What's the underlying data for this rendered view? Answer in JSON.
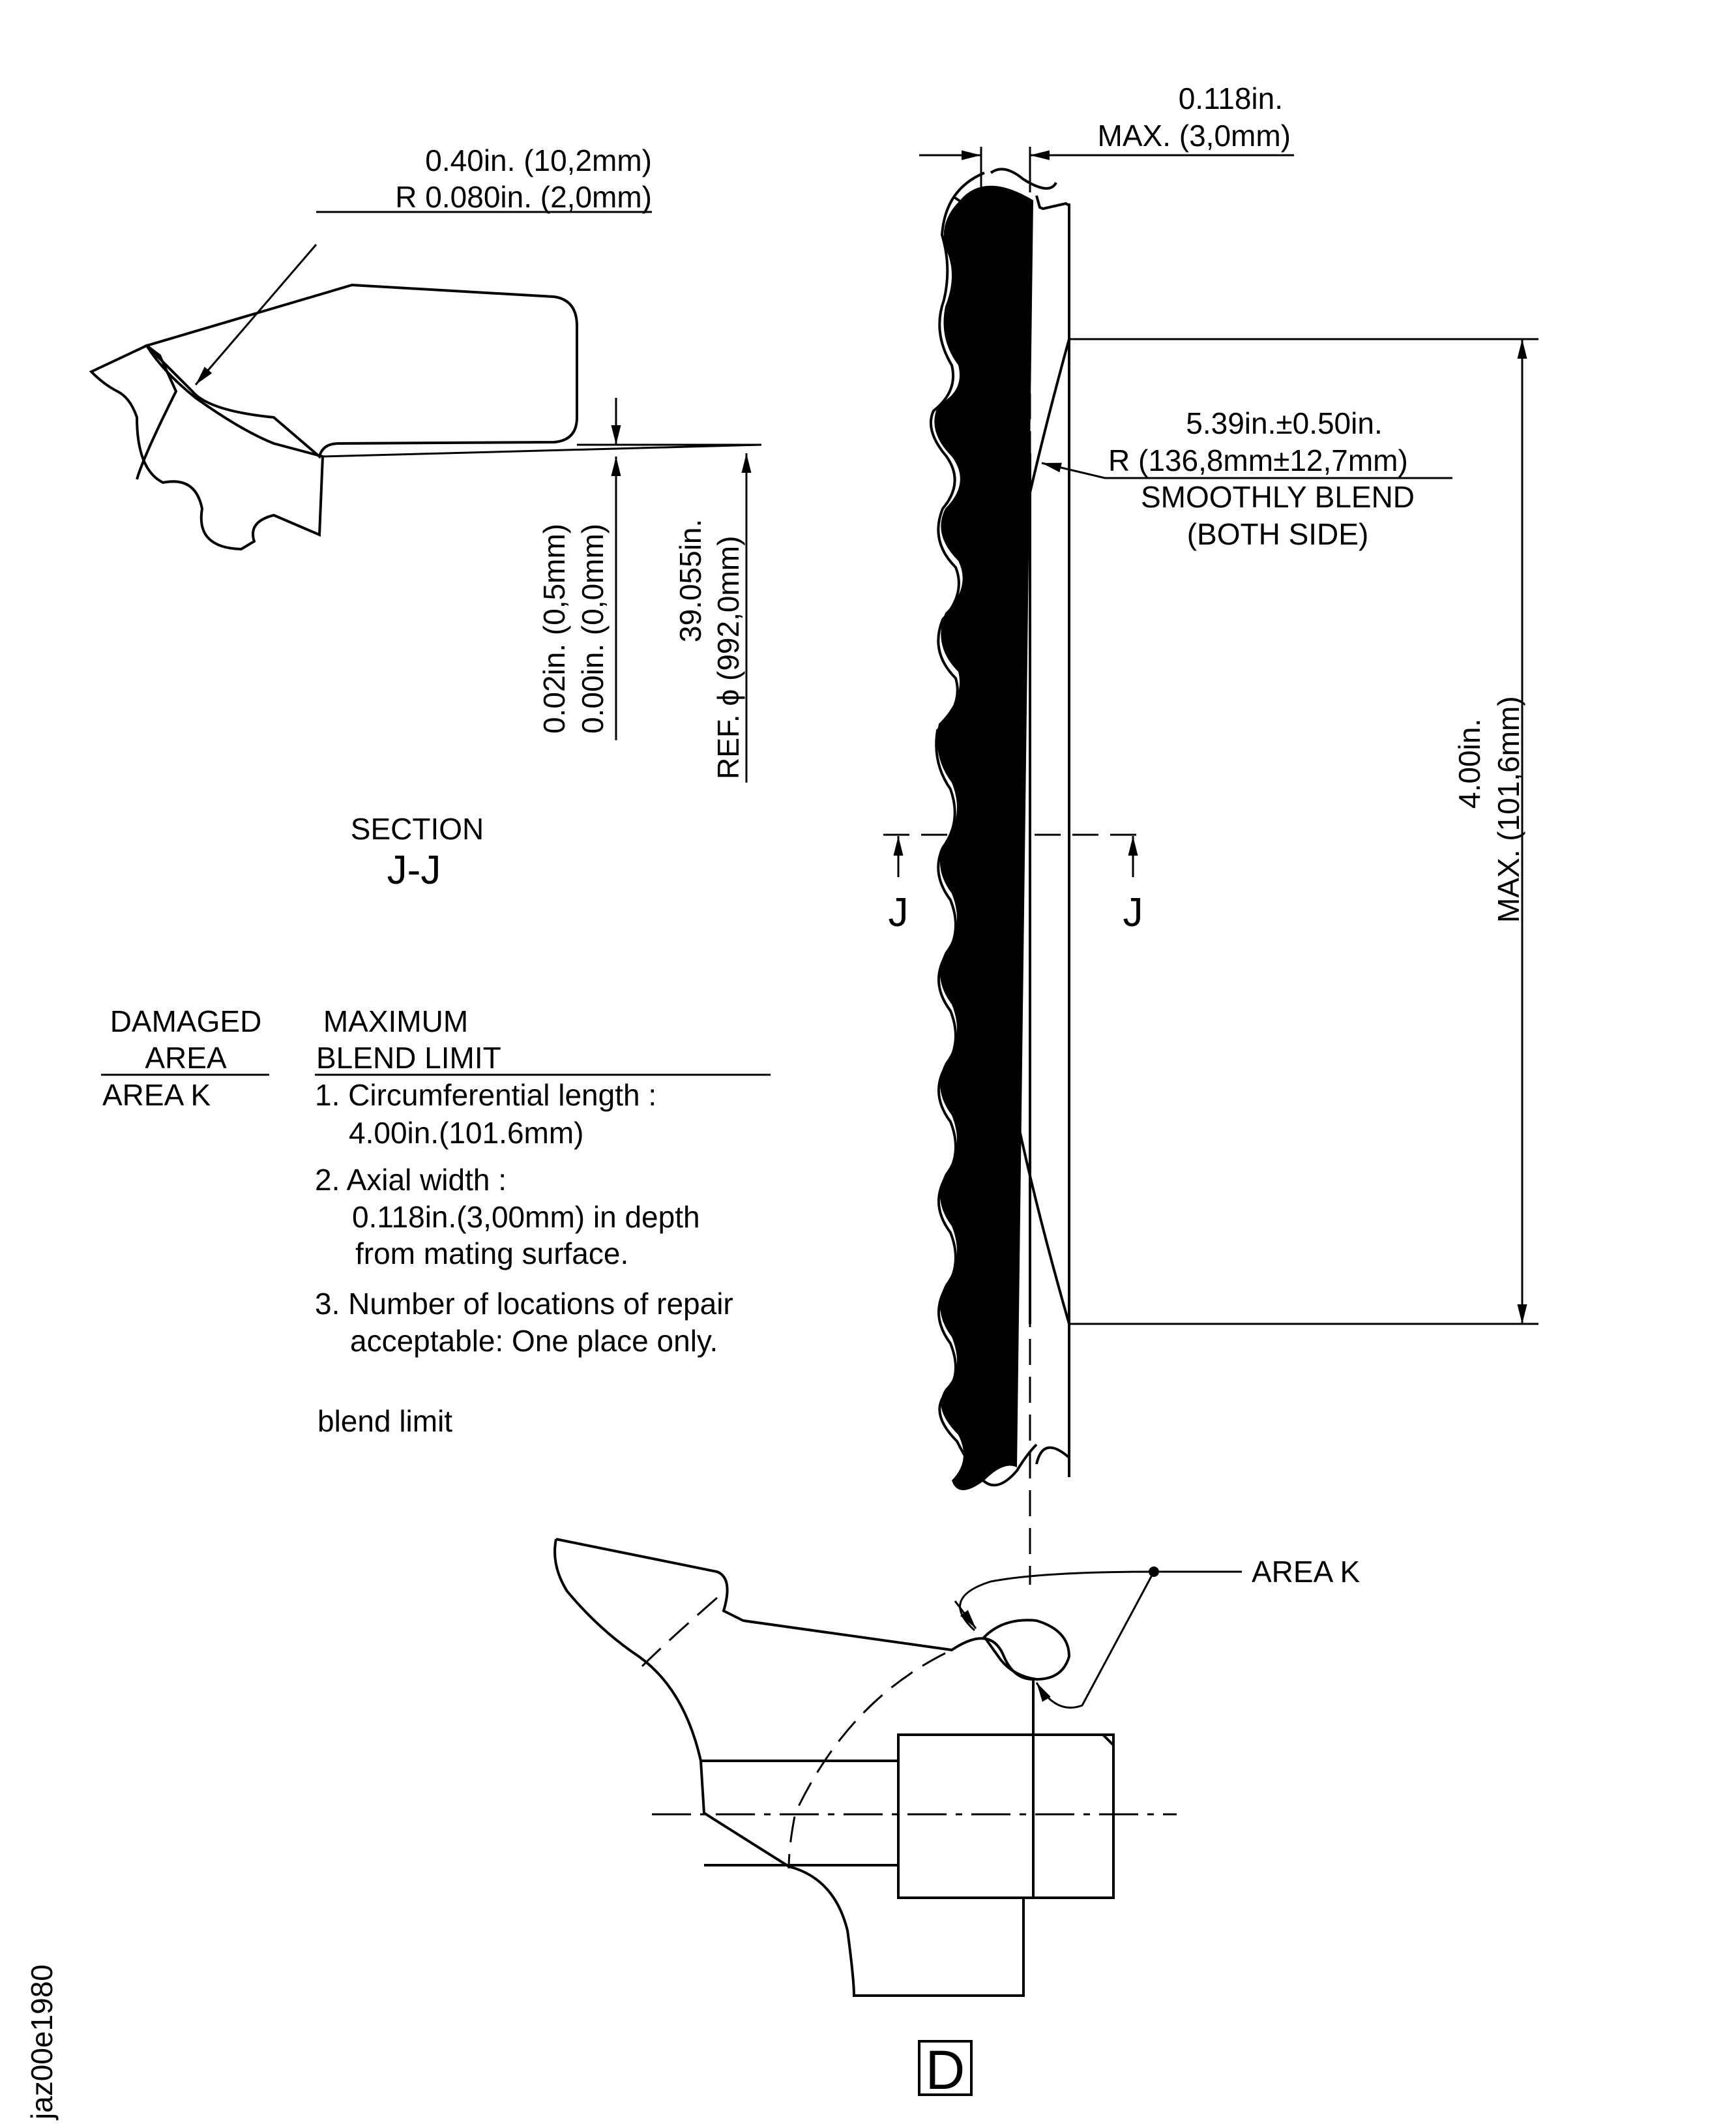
{
  "section": {
    "dim_width_line1": "0.40in. (10,2mm)",
    "dim_width_line2": "R 0.080in. (2,0mm)",
    "dim_step_upper": "0.02in. (0,5mm)",
    "dim_step_lower": "0.00in. (0,0mm)",
    "dim_ref_line1": "39.055in.",
    "dim_ref_line2": "REF. ϕ (992,0mm)",
    "title_line1": "SECTION",
    "title_line2": "J-J"
  },
  "table": {
    "col1_header_line1": "DAMAGED",
    "col1_header_line2": "AREA",
    "col2_header_line1": "MAXIMUM",
    "col2_header_line2": "BLEND LIMIT",
    "area": "AREA K",
    "item1_line1": "1. Circumferential length :",
    "item1_line2": "4.00in.(101.6mm)",
    "item2_line1": "2. Axial width :",
    "item2_line2": "0.118in.(3,00mm) in depth",
    "item2_line3": "from mating surface.",
    "item3_line1": "3. Number of locations of repair",
    "item3_line2": "acceptable:  One place only.",
    "footer": "blend limit"
  },
  "edge_view": {
    "dim_depth_line1": "0.118in.",
    "dim_depth_line2": "MAX. (3,0mm)",
    "radius_line1": "5.39in.±0.50in.",
    "radius_line2": "R  (136,8mm±12,7mm)",
    "radius_line3": "SMOOTHLY BLEND",
    "radius_line4": "(BOTH SIDE)",
    "length_line1": "4.00in.",
    "length_line2": "MAX. (101,6mm)",
    "section_mark_left": "J",
    "section_mark_right": "J"
  },
  "flange": {
    "area_label": "AREA  K"
  },
  "view_label": "D",
  "figure_id": "jaz00e1980"
}
